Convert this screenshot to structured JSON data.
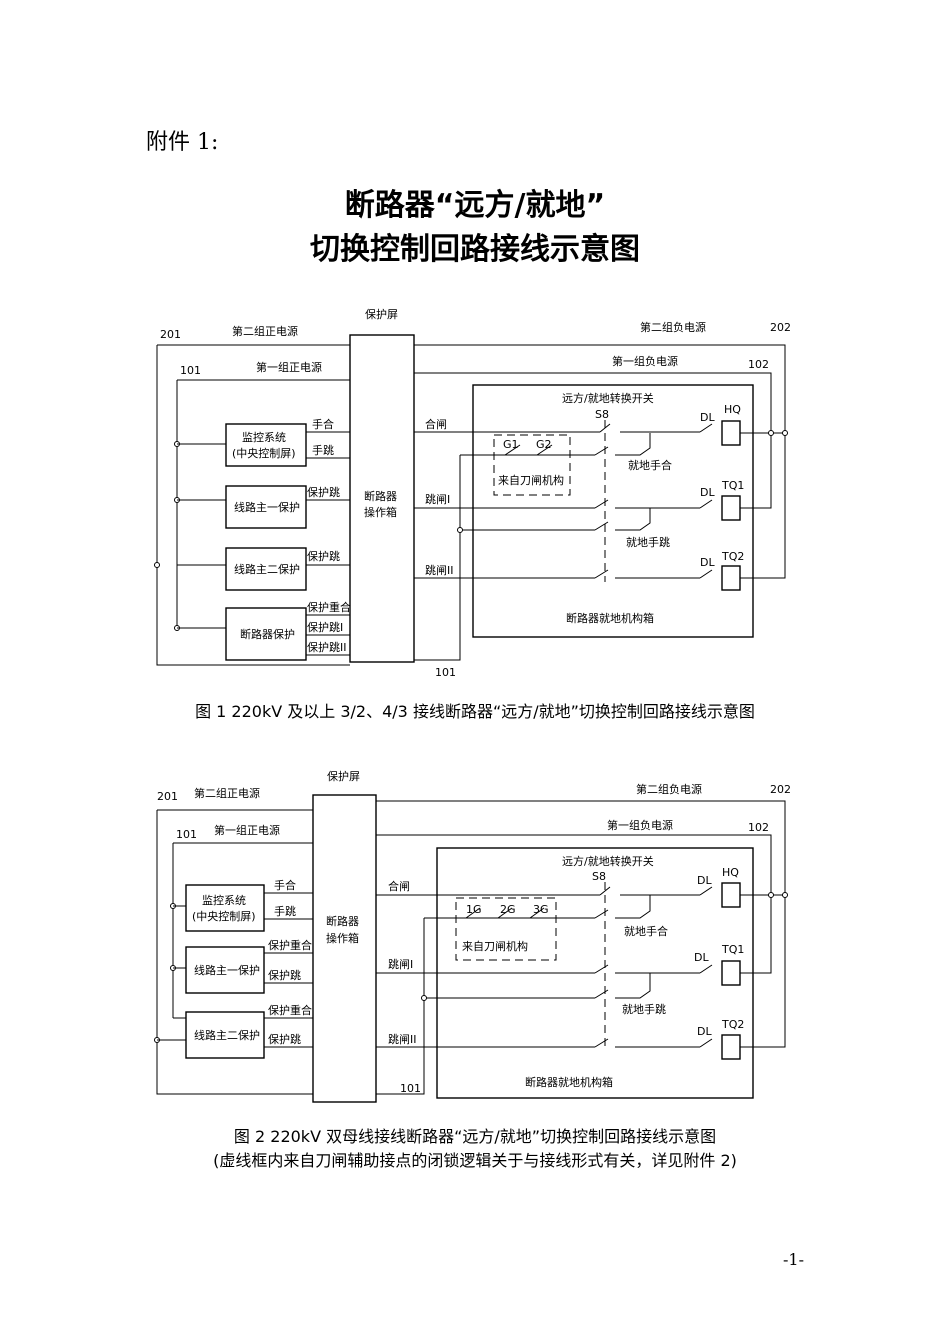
{
  "attachment_label": "附件 1:",
  "title_line1": "断路器“远方/就地”",
  "title_line2": "切换控制回路接线示意图",
  "page_number": "-1-",
  "fig1": {
    "caption": "图 1  220kV 及以上 3/2、4/3 接线断路器“远方/就地”切换控制回路接线示意图",
    "n201": "201",
    "n202": "202",
    "n101": "101",
    "n102": "102",
    "n101b": "101",
    "pos2": "第二组正电源",
    "neg2": "第二组负电源",
    "pos1": "第一组正电源",
    "neg1": "第一组负电源",
    "prot_screen": "保护屏",
    "op_box_1": "断路器",
    "op_box_2": "操作箱",
    "monitor_1": "监控系统",
    "monitor_2": "(中央控制屏)",
    "main1": "线路主一保护",
    "main2": "线路主二保护",
    "brk_prot": "断路器保护",
    "hand_close": "手合",
    "hand_trip": "手跳",
    "prot_trip_a": "保护跳",
    "prot_trip_b": "保护跳",
    "prot_reclose": "保护重合",
    "prot_trip1": "保护跳I",
    "prot_trip2": "保护跳II",
    "close": "合闸",
    "trip1": "跳闸I",
    "trip2": "跳闸II",
    "switch_label": "远方/就地转换开关",
    "s8": "S8",
    "g1": "G1",
    "g2": "G2",
    "knife": "来自刀闸机构",
    "local_close": "就地手合",
    "local_trip": "就地手跳",
    "dl1": "DL",
    "dl2": "DL",
    "dl3": "DL",
    "hq": "HQ",
    "tq1": "TQ1",
    "tq2": "TQ2",
    "mech_box": "断路器就地机构箱"
  },
  "fig2": {
    "caption": "图 2  220kV 双母线接线断路器“远方/就地”切换控制回路接线示意图",
    "note": "(虚线框内来自刀闸辅助接点的闭锁逻辑关于与接线形式有关，详见附件 2)",
    "n201": "201",
    "n202": "202",
    "n101": "101",
    "n102": "102",
    "n101b": "101",
    "pos2": "第二组正电源",
    "neg2": "第二组负电源",
    "pos1": "第一组正电源",
    "neg1": "第一组负电源",
    "prot_screen": "保护屏",
    "op_box_1": "断路器",
    "op_box_2": "操作箱",
    "monitor_1": "监控系统",
    "monitor_2": "(中央控制屏)",
    "main1": "线路主一保护",
    "main2": "线路主二保护",
    "hand_close": "手合",
    "hand_trip": "手跳",
    "reclose_a": "保护重合",
    "ptrip_a": "保护跳",
    "reclose_b": "保护重合",
    "ptrip_b": "保护跳",
    "close": "合闸",
    "trip1": "跳闸I",
    "trip2": "跳闸II",
    "switch_label": "远方/就地转换开关",
    "s8": "S8",
    "g1": "1G",
    "g2": "2G",
    "g3": "3G",
    "knife": "来自刀闸机构",
    "local_close": "就地手合",
    "local_trip": "就地手跳",
    "dl1": "DL",
    "dl2": "DL",
    "dl3": "DL",
    "hq": "HQ",
    "tq1": "TQ1",
    "tq2": "TQ2",
    "mech_box": "断路器就地机构箱"
  }
}
